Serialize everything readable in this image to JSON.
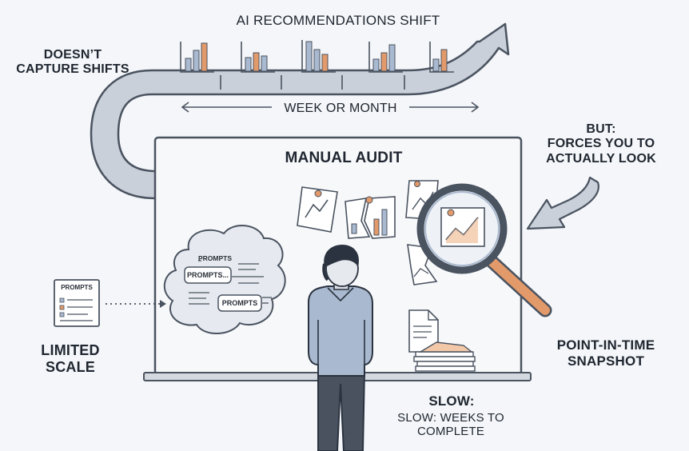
{
  "top_title": "AI RECOMMENDATIONS SHIFT",
  "left_top_label": "DOESN’T CAPTURE SHIFTS",
  "timespan_label": "WEEK OR MONTH",
  "board_title": "MANUAL AUDIT",
  "right_top_label": [
    "BUT:",
    "FORCES YOU TO",
    "ACTUALLY LOOK"
  ],
  "right_bottom_label": "POINT-IN-TIME SNAPSHOT",
  "bottom_left_label": "LIMITED SCALE",
  "bottom_center_heading": "SLOW:",
  "bottom_center_sub": "SLOW: WEEKS TO COMPLETE",
  "paper_title": "PROMPTS",
  "cloud_title": "PROMPTS",
  "cloud_chip_1": "PROMPTS...",
  "cloud_chip_2": "PROMPTS",
  "colors": {
    "arrow_fill": "#c9d0da",
    "outline": "#4a5360",
    "accent_orange": "#e39a6a",
    "board": "#f7f8fa",
    "shirt": "#a9b9cf",
    "pants": "#4a5260",
    "hair": "#2b3340"
  }
}
